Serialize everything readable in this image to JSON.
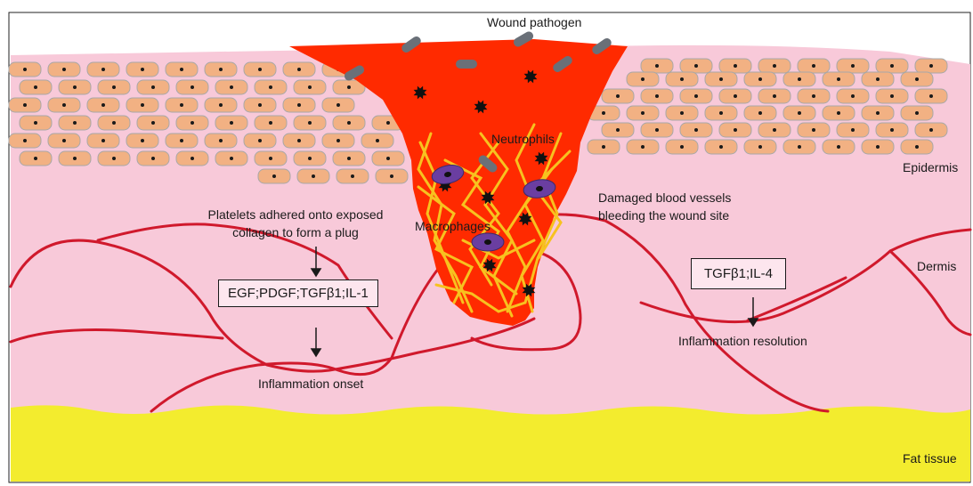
{
  "labels": {
    "wound_pathogen": "Wound pathogen",
    "neutrophils": "Neutrophils",
    "macrophages": "Macrophages",
    "epidermis": "Epidermis",
    "dermis": "Dermis",
    "fat_tissue": "Fat tissue",
    "damaged_vessels": "Damaged blood vessels\nbleeding the wound site",
    "platelets": "Platelets adhered onto exposed\ncollagen to form a plug",
    "inflammation_onset": "Inflammation onset",
    "inflammation_resolution": "Inflammation resolution"
  },
  "boxes": {
    "onset_factors": "EGF;PDGF;TGFβ1;IL-1",
    "resolution_factors": "TGFβ1;IL-4"
  },
  "colors": {
    "dermis": "#f8c9d9",
    "fat": "#f3ec2e",
    "cell_fill": "#f2b183",
    "cell_border": "#a8a8a8",
    "nucleus": "#1a1a1a",
    "wound": "#ff2a00",
    "fibrin": "#f7c21f",
    "pathogen": "#6a7078",
    "macrophage": "#6a3ea1",
    "vessel": "#d0192c"
  },
  "icons": [
    "keratinocyte-cell-icon",
    "neutrophil-icon",
    "macrophage-icon",
    "pathogen-rod-icon",
    "arrow-down-icon"
  ]
}
